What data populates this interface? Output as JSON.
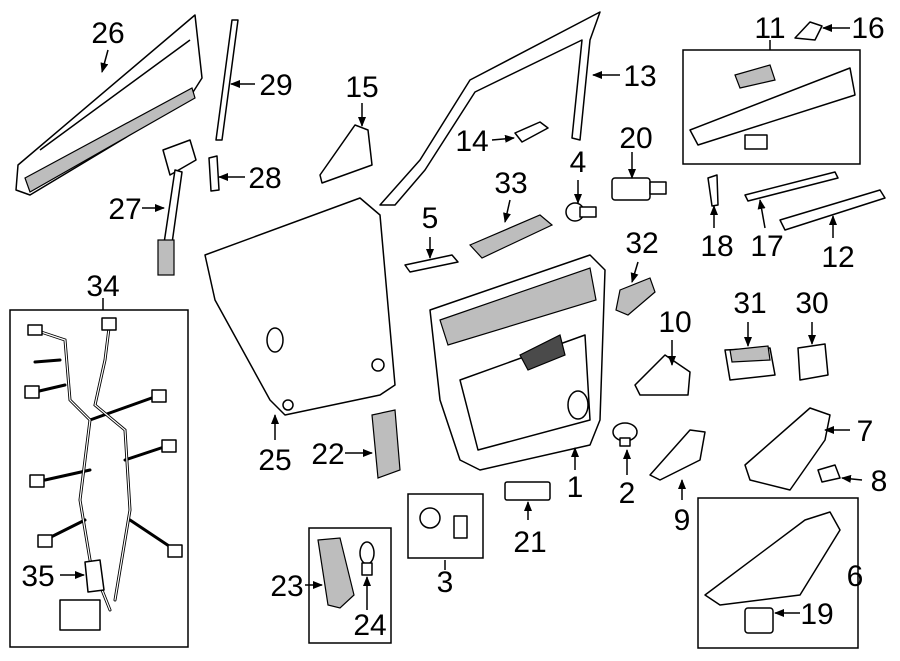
{
  "callouts": {
    "p1": "1",
    "p2": "2",
    "p3": "3",
    "p4": "4",
    "p5": "5",
    "p6": "6",
    "p7": "7",
    "p8": "8",
    "p9": "9",
    "p10": "10",
    "p11": "11",
    "p12": "12",
    "p13": "13",
    "p14": "14",
    "p15": "15",
    "p16": "16",
    "p17": "17",
    "p18": "18",
    "p19": "19",
    "p20": "20",
    "p21": "21",
    "p22": "22",
    "p23": "23",
    "p24": "24",
    "p25": "25",
    "p26": "26",
    "p27": "27",
    "p28": "28",
    "p29": "29",
    "p30": "30",
    "p31": "31",
    "p32": "32",
    "p33": "33",
    "p34": "34",
    "p35": "35"
  }
}
